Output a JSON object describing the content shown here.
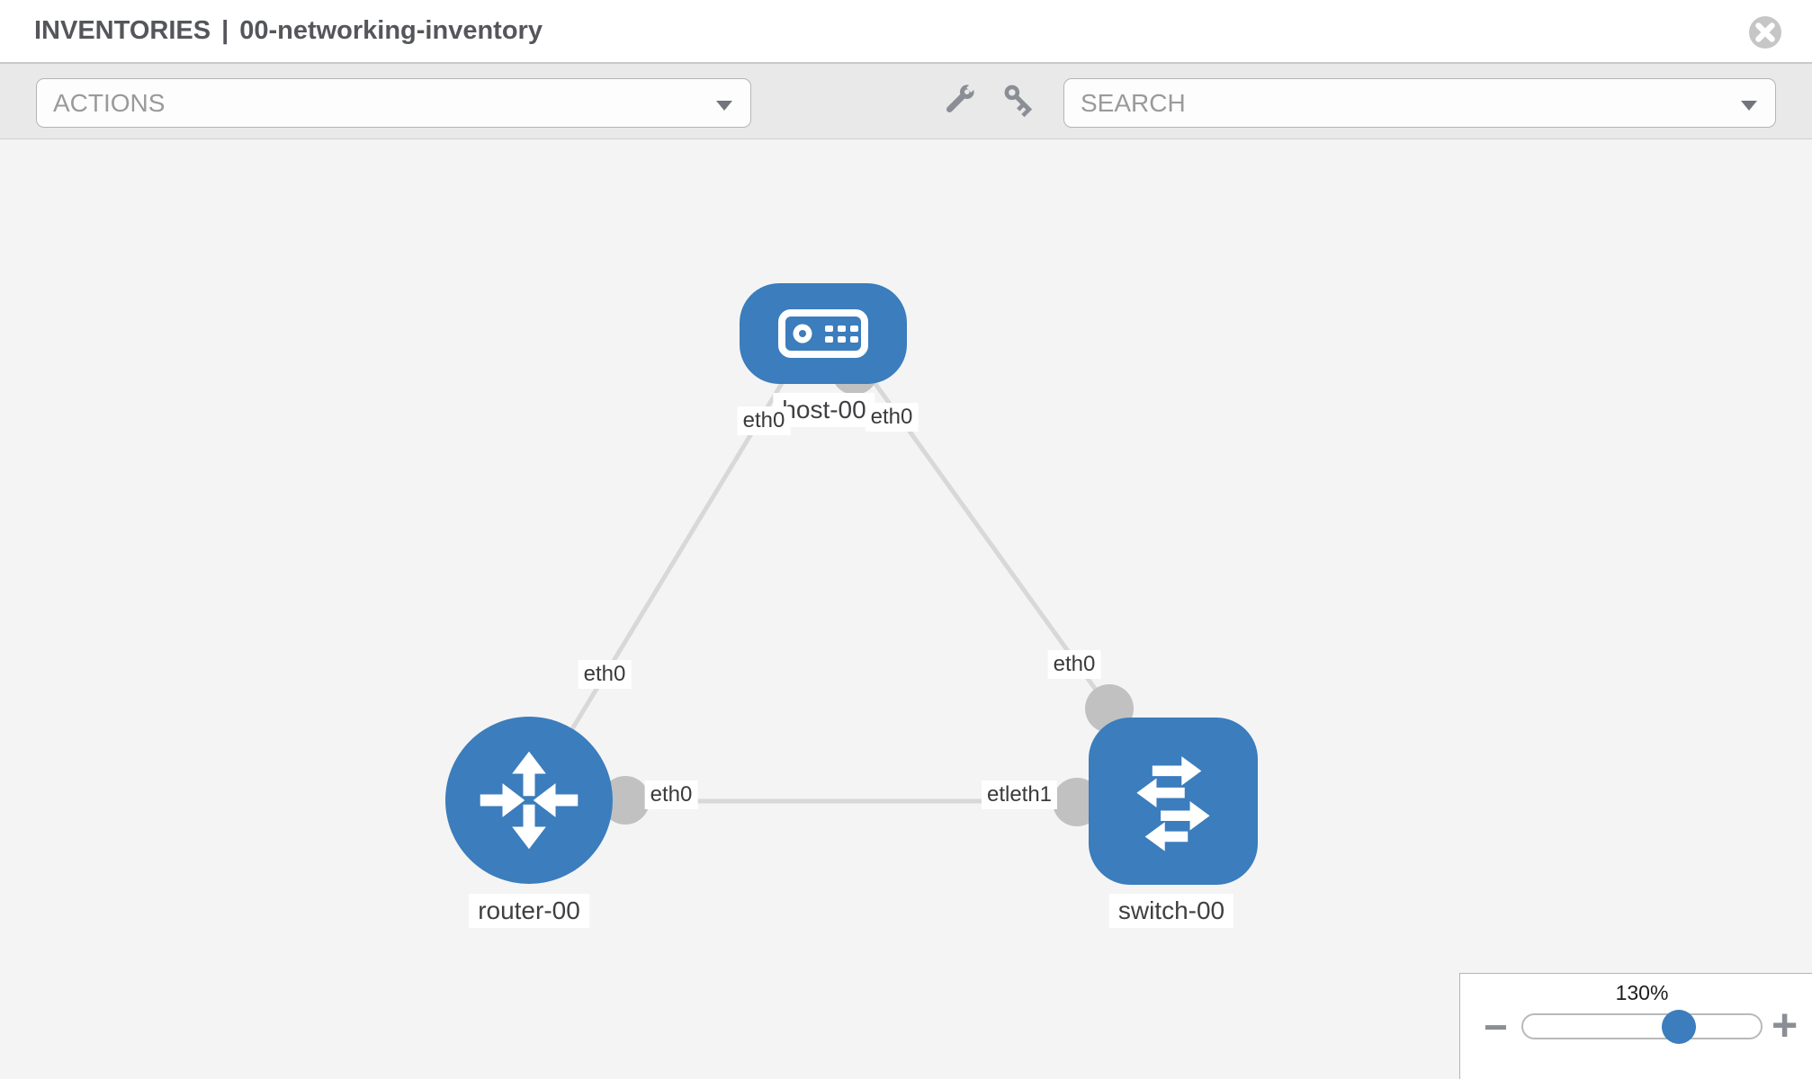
{
  "header": {
    "breadcrumb": "INVENTORIES",
    "separator": "|",
    "inventory_name": "00-networking-inventory"
  },
  "toolbar": {
    "actions_placeholder": "ACTIONS",
    "search_placeholder": "SEARCH"
  },
  "colors": {
    "node_blue": "#3b7dbd",
    "link_gray": "#d8d8d8",
    "connector_gray": "#c1c1c1",
    "icon_gray": "#8b8e95",
    "toolbar_bg": "#e9e9e9",
    "canvas_bg": "#f4f4f4"
  },
  "topology": {
    "nodes": [
      {
        "id": "host-00",
        "type": "host",
        "label": "host-00"
      },
      {
        "id": "router-00",
        "type": "router",
        "label": "router-00"
      },
      {
        "id": "switch-00",
        "type": "switch",
        "label": "switch-00"
      }
    ],
    "links": [
      {
        "from": "router-00",
        "to": "host-00",
        "from_interface": "eth0",
        "to_interface": "eth0"
      },
      {
        "from": "host-00",
        "to": "switch-00",
        "from_interface": "eth0",
        "to_interface": "eth0"
      },
      {
        "from": "router-00",
        "to": "switch-00",
        "from_interface": "eth0",
        "to_interface": "etleth1"
      }
    ]
  },
  "zoom_panel": {
    "level": "130%",
    "minus": "−",
    "plus": "+"
  }
}
